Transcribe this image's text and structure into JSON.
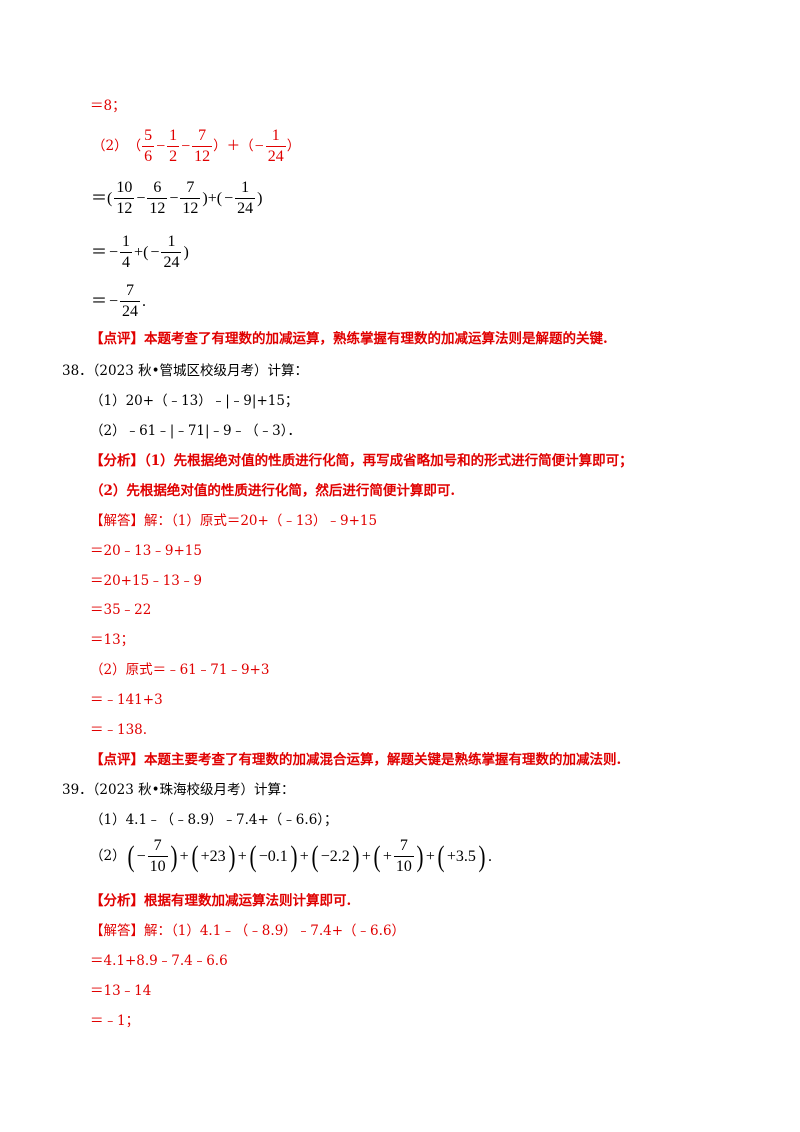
{
  "prev_solution": {
    "line_eq8": "＝8；",
    "part2_label": "（2）",
    "part2_open": "（",
    "f1_num": "5",
    "f1_den": "6",
    "f2_num": "1",
    "f2_den": "2",
    "f3_num": "7",
    "f3_den": "12",
    "part2_mid": "）＋（",
    "f4_num": "1",
    "f4_den": "24",
    "part2_close": "）",
    "s1_eq": "＝(",
    "s1_f1_num": "10",
    "s1_f1_den": "12",
    "s1_f2_num": "6",
    "s1_f2_den": "12",
    "s1_f3_num": "7",
    "s1_f3_den": "12",
    "s1_mid": ")+(",
    "s1_f4_num": "1",
    "s1_f4_den": "24",
    "s1_close": ")",
    "s2_eq": "＝",
    "s2_f1_num": "1",
    "s2_f1_den": "4",
    "s2_mid": "+(",
    "s2_f2_num": "1",
    "s2_f2_den": "24",
    "s2_close": ")",
    "s3_eq": "＝",
    "s3_f_num": "7",
    "s3_f_den": "24",
    "s3_end": ".",
    "minus": "−",
    "comment": "【点评】本题考查了有理数的加减运算，熟练掌握有理数的加减运算法则是解题的关键."
  },
  "q38": {
    "header": "38．（2023 秋•管城区校级月考）计算：",
    "p1": "（1）20+（﹣13）﹣|﹣9|+15；",
    "p2": "（2）﹣61﹣|﹣71|﹣9﹣（﹣3）．",
    "analysis_1": "【分析】（1）先根据绝对值的性质进行化简，再写成省略加号和的形式进行简便计算即可；",
    "analysis_2": "（2）先根据绝对值的性质进行化简，然后进行简便计算即可.",
    "answer_1": "【解答】解：（1）原式＝20+（﹣13）﹣9+15",
    "answer_2": "＝20﹣13﹣9+15",
    "answer_3": "＝20+15﹣13﹣9",
    "answer_4": "＝35﹣22",
    "answer_5": "＝13；",
    "answer_6": "（2）原式＝﹣61﹣71﹣9+3",
    "answer_7": "＝﹣141+3",
    "answer_8": "＝﹣138.",
    "comment": "【点评】本题主要考查了有理数的加减混合运算，解题关键是熟练掌握有理数的加减法则."
  },
  "q39": {
    "header": "39．（2023 秋•珠海校级月考）计算：",
    "p1": "（1）4.1﹣（﹣8.9）﹣7.4+（﹣6.6）；",
    "p2_label": "（2）",
    "p2_t1_sign": "−",
    "p2_t1_num": "7",
    "p2_t1_den": "10",
    "p2_t2": "+23",
    "p2_t3": "−0.1",
    "p2_t4": "−2.2",
    "p2_t5_sign": "+",
    "p2_t5_num": "7",
    "p2_t5_den": "10",
    "p2_t6": "+3.5",
    "p2_end": ".",
    "plus": "+",
    "lparen": "(",
    "rparen": ")",
    "analysis": "【分析】根据有理数加减运算法则计算即可.",
    "answer_1": "【解答】解：（1）4.1﹣（﹣8.9）﹣7.4+（﹣6.6）",
    "answer_2": "＝4.1+8.9﹣7.4﹣6.6",
    "answer_3": "＝13﹣14",
    "answer_4": "＝﹣1；"
  }
}
